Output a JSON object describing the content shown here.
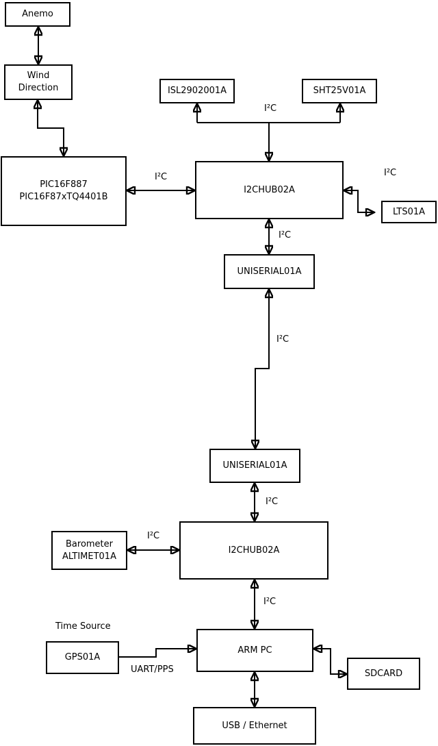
{
  "nodes": {
    "anemo": {
      "label": "Anemo"
    },
    "wind_direction": {
      "lines": [
        "Wind",
        "Direction"
      ]
    },
    "pic": {
      "lines": [
        "PIC16F887",
        "PIC16F87xTQ4401B"
      ]
    },
    "isl": {
      "label": "ISL2902001A"
    },
    "sht": {
      "label": "SHT25V01A"
    },
    "hub1": {
      "label": "I2CHUB02A"
    },
    "lts": {
      "label": "LTS01A"
    },
    "uniserial1": {
      "label": "UNISERIAL01A"
    },
    "uniserial2": {
      "label": "UNISERIAL01A"
    },
    "barometer": {
      "lines": [
        "Barometer",
        "ALTIMET01A"
      ]
    },
    "hub2": {
      "label": "I2CHUB02A"
    },
    "gps": {
      "label": "GPS01A"
    },
    "arm_pc": {
      "label": "ARM PC"
    },
    "sdcard": {
      "label": "SDCARD"
    },
    "usb_ethernet": {
      "label": "USB / Ethernet"
    }
  },
  "edges": [
    {
      "from": "anemo",
      "to": "wind_direction",
      "bidirectional": true,
      "label": ""
    },
    {
      "from": "wind_direction",
      "to": "pic",
      "bidirectional": true,
      "label": ""
    },
    {
      "from": "pic",
      "to": "hub1",
      "bidirectional": true,
      "label": "I²C"
    },
    {
      "from": "hub1",
      "to": "isl + sht",
      "bidirectional": true,
      "label": "I²C"
    },
    {
      "from": "hub1",
      "to": "lts",
      "bidirectional": true,
      "label": "I²C"
    },
    {
      "from": "hub1",
      "to": "uniserial1",
      "bidirectional": true,
      "label": "I²C"
    },
    {
      "from": "uniserial1",
      "to": "uniserial2",
      "bidirectional": true,
      "label": "I²C"
    },
    {
      "from": "uniserial2",
      "to": "hub2",
      "bidirectional": true,
      "label": "I²C"
    },
    {
      "from": "barometer",
      "to": "hub2",
      "bidirectional": true,
      "label": "I²C"
    },
    {
      "from": "hub2",
      "to": "arm_pc",
      "bidirectional": true,
      "label": "I²C"
    },
    {
      "from": "gps",
      "to": "arm_pc",
      "bidirectional": false,
      "label": "UART/PPS"
    },
    {
      "from": "arm_pc",
      "to": "sdcard",
      "bidirectional": true,
      "label": ""
    },
    {
      "from": "arm_pc",
      "to": "usb_ethernet",
      "bidirectional": true,
      "label": ""
    }
  ],
  "floating_labels": {
    "time_source": "Time Source"
  },
  "colors": {
    "line": "#000000",
    "box_fill": "#ffffff",
    "background": "#ffffff",
    "text": "#000000"
  }
}
